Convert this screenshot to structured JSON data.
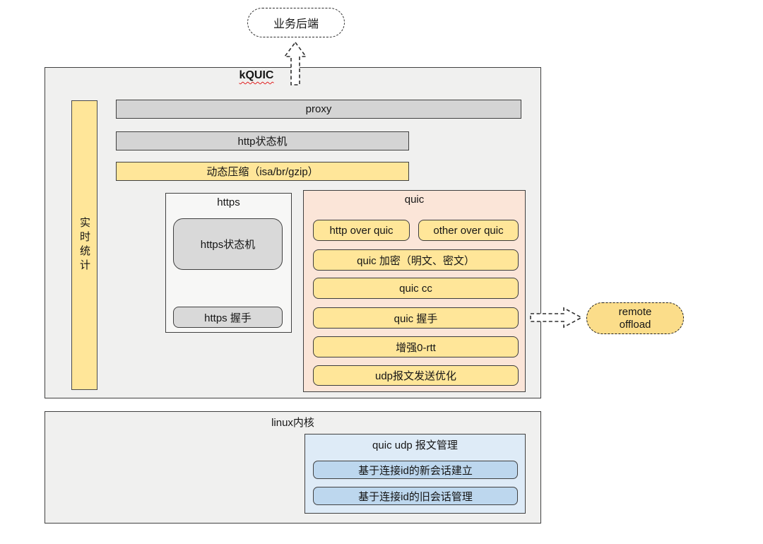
{
  "colors": {
    "panel": "#F0F0EF",
    "gray_bar": "#D4D4D4",
    "gray_node": "#D9D9D9",
    "yellow": "#FFE699",
    "yellow_deep": "#FBDD8A",
    "peach": "#FBE5D8",
    "blue_light": "#DEEBF7",
    "blue": "#BDD7EE",
    "squiggle": "#E02020"
  },
  "backend": {
    "label": "业务后端"
  },
  "kquic": {
    "title": "kQUIC",
    "stats_bar": "实时统计",
    "proxy": "proxy",
    "http_state_machine": "http状态机",
    "compression": "动态压缩（isa/br/gzip）",
    "https": {
      "title": "https",
      "state_machine": "https状态机",
      "handshake": "https 握手"
    },
    "quic": {
      "title": "quic",
      "http_over_quic": "http over quic",
      "other_over_quic": "other over quic",
      "encryption": "quic 加密（明文、密文）",
      "cc": "quic cc",
      "handshake": "quic 握手",
      "zero_rtt": "增强0-rtt",
      "udp_send_opt": "udp报文发送优化"
    }
  },
  "remote_offload": {
    "line1": "remote",
    "line2": "offload"
  },
  "kernel": {
    "title": "linux内核",
    "udp_mgmt": {
      "title": "quic udp 报文管理",
      "new_session": "基于连接id的新会话建立",
      "old_session": "基于连接id的旧会话管理"
    }
  }
}
